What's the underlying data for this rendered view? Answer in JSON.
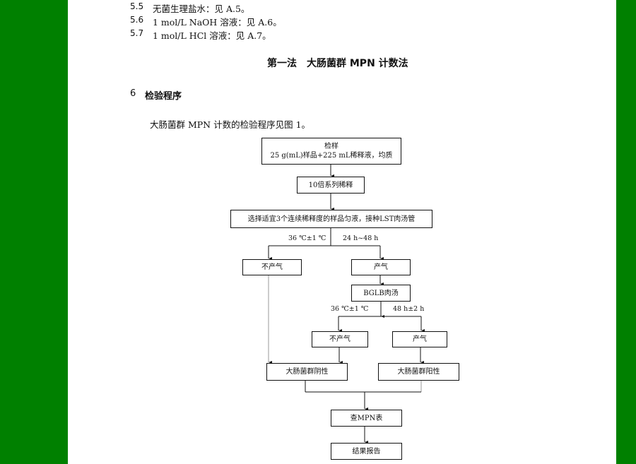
{
  "items": [
    {
      "num": "5.5",
      "text": "无菌生理盐水：见 A.5。"
    },
    {
      "num": "5.6",
      "text": "1 mol/L NaOH 溶液：见 A.6。"
    },
    {
      "num": "5.7",
      "text": "1 mol/L HCl 溶液：见 A.7。"
    }
  ],
  "method_title": "第一法　大肠菌群 MPN 计数法",
  "section": {
    "num": "6",
    "title": "检验程序"
  },
  "paragraph": "大肠菌群 MPN 计数的检验程序见图 1。",
  "flow": {
    "sample_title": "检样",
    "sample_desc": "25 g(mL)样品+225 mL稀释液，均质",
    "dilution": "10倍系列稀释",
    "inoculate": "选择适宜3个连续稀释度的样品匀液，接种LST肉汤管",
    "cond1_temp": "36 ℃±1 ℃",
    "cond1_time": "24 h~48 h",
    "no_gas_1": "不产气",
    "gas_1": "产气",
    "bglb": "BGLB肉汤",
    "cond2_temp": "36 ℃±1 ℃",
    "cond2_time": "48 h±2 h",
    "no_gas_2": "不产气",
    "gas_2": "产气",
    "negative": "大肠菌群阴性",
    "positive": "大肠菌群阳性",
    "mpn": "查MPN表",
    "report": "结果报告"
  },
  "colors": {
    "border_green": "#008000"
  }
}
